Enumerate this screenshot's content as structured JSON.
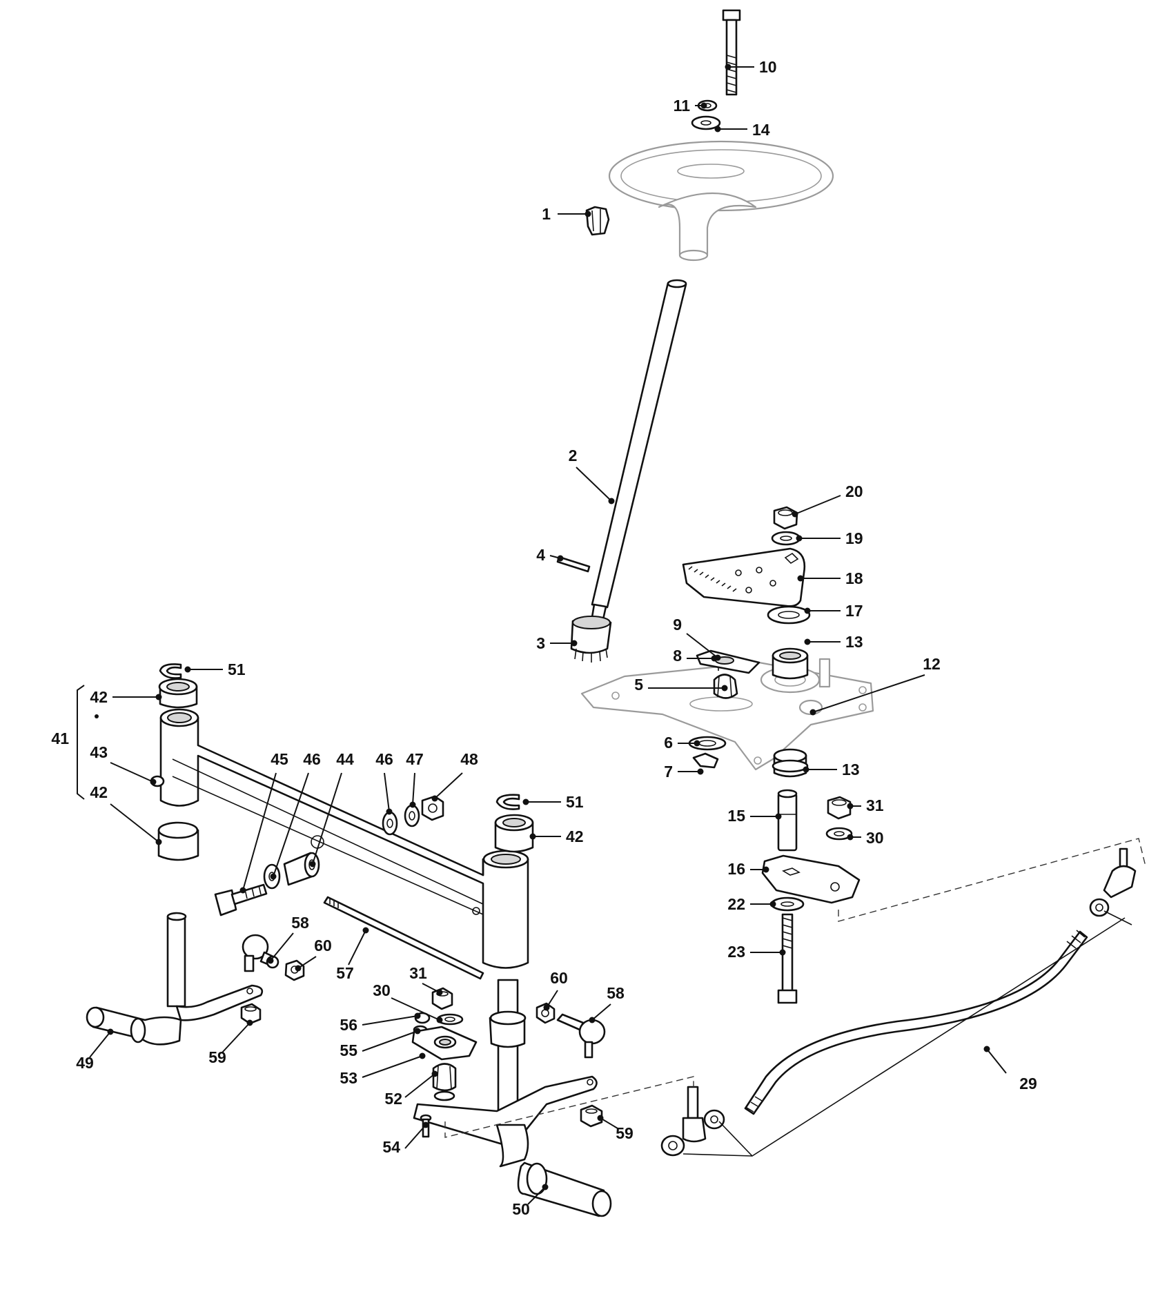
{
  "labels": {
    "p1": "1",
    "p2": "2",
    "p3": "3",
    "p4": "4",
    "p5": "5",
    "p6": "6",
    "p7": "7",
    "p8": "8",
    "p9": "9",
    "p10": "10",
    "p11": "11",
    "p12": "12",
    "p13a": "13",
    "p13b": "13",
    "p14": "14",
    "p15": "15",
    "p16": "16",
    "p17": "17",
    "p18": "18",
    "p19": "19",
    "p20": "20",
    "p22": "22",
    "p23": "23",
    "p29": "29",
    "p30a": "30",
    "p30b": "30",
    "p31a": "31",
    "p31b": "31",
    "p41": "41",
    "p42a": "42",
    "p42b": "42",
    "p42c": "42",
    "p43": "43",
    "p44": "44",
    "p45": "45",
    "p46a": "46",
    "p46b": "46",
    "p47": "47",
    "p48": "48",
    "p49": "49",
    "p50": "50",
    "p51a": "51",
    "p51b": "51",
    "p52": "52",
    "p53": "53",
    "p54": "54",
    "p55": "55",
    "p56": "56",
    "p57": "57",
    "p58a": "58",
    "p58b": "58",
    "p59a": "59",
    "p59b": "59",
    "p60a": "60",
    "p60b": "60"
  }
}
